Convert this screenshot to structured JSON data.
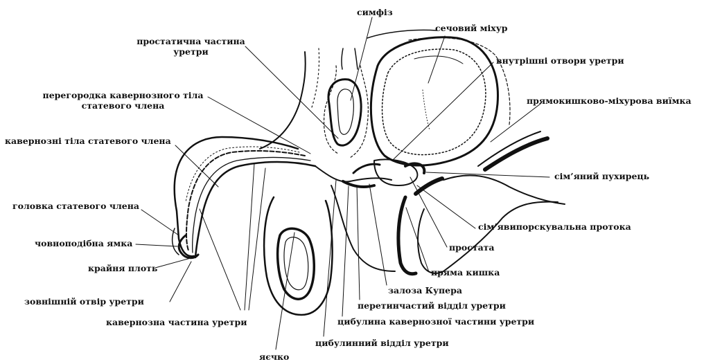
{
  "labels": {
    "symphysis": "симфіз",
    "prostatic_urethra": "простатична частина уретри",
    "bladder": "сечовий міхур",
    "internal_urethral_orifice": "внутрішні отвори уретри",
    "septum_cavernous_body": "перегородка кавернозного тіла статевого члена",
    "rectovesical_pouch": "прямокишково-міхурова виїмка",
    "cavernous_bodies": "кавернозні тіла статевого члена",
    "seminal_vesicle": "сім’яний пухирець",
    "glans_penis": "головка статевого члена",
    "ejaculatory_duct": "сім’явипорскувальна протока",
    "navicular_fossa": "човноподібна ямка",
    "prostate": "простата",
    "foreskin": "крайня плоть",
    "rectum": "пряма кишка",
    "external_urethral_orifice": "зовнішній отвір уретри",
    "cowper_gland": "залоза Купера",
    "membranous_urethra": "перетинчастий відділ уретри",
    "cavernous_urethra": "кавернозна частина уретри",
    "bulb_cavernous_urethra": "цибулина кавернозної частини уретри",
    "bulbous_urethra": "цибулинний відділ уретри",
    "testis": "яєчко"
  }
}
